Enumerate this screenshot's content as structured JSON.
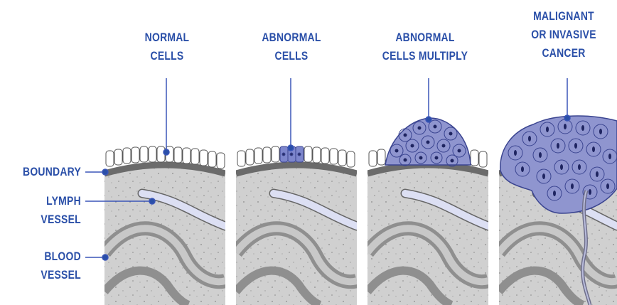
{
  "stages": [
    {
      "line1": "NORMAL",
      "line2": "CELLS",
      "line3": ""
    },
    {
      "line1": "ABNORMAL",
      "line2": "CELLS",
      "line3": ""
    },
    {
      "line1": "ABNORMAL",
      "line2": "CELLS MULTIPLY",
      "line3": ""
    },
    {
      "line1": "MALIGNANT",
      "line2": "OR INVASIVE",
      "line3": "CANCER"
    }
  ],
  "labels": {
    "boundary": "BOUNDARY",
    "lymph_line1": "LYMPH",
    "lymph_line2": "VESSEL",
    "blood_line1": "BLOOD",
    "blood_line2": "VESSEL"
  },
  "colors": {
    "label_blue": "#2a4fa8",
    "pointer_blue": "#3a55b8",
    "tissue": "#d0d0d0",
    "boundary": "#6b6b6b",
    "vessel": "#8f8f8f",
    "lymph": "#dcdff3",
    "abnormal_cell": "#7d86cc",
    "cancer_cell": "#8f95cf"
  }
}
